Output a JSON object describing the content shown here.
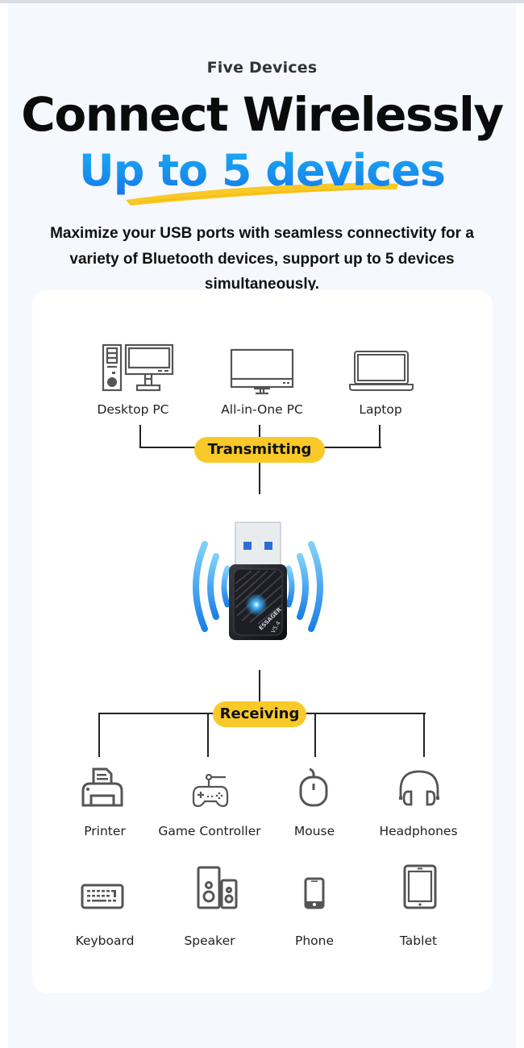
{
  "header": {
    "eyebrow": "Five Devices",
    "title": "Connect Wirelessly",
    "subtitle": "Up to 5 devices",
    "description": "Maximize your USB ports with seamless connectivity for a variety of Bluetooth devices, support up to 5 devices simultaneously."
  },
  "diagram": {
    "transmitting_label": "Transmitting",
    "receiving_label": "Receiving",
    "transmitters": [
      {
        "label": "Desktop PC",
        "icon": "desktop-pc-icon"
      },
      {
        "label": "All-in-One PC",
        "icon": "all-in-one-pc-icon"
      },
      {
        "label": "Laptop",
        "icon": "laptop-icon"
      }
    ],
    "adapter": {
      "brand": "ESSAGER",
      "version": "V5.4"
    },
    "receivers": [
      {
        "label": "Printer",
        "icon": "printer-icon"
      },
      {
        "label": "Game Controller",
        "icon": "game-controller-icon"
      },
      {
        "label": "Mouse",
        "icon": "mouse-icon"
      },
      {
        "label": "Headphones",
        "icon": "headphones-icon"
      },
      {
        "label": "Keyboard",
        "icon": "keyboard-icon"
      },
      {
        "label": "Speaker",
        "icon": "speaker-icon"
      },
      {
        "label": "Phone",
        "icon": "phone-icon"
      },
      {
        "label": "Tablet",
        "icon": "tablet-icon"
      }
    ]
  },
  "colors": {
    "accent_yellow": "#f8c928",
    "accent_blue": "#1a8cf0",
    "icon_gray": "#555555",
    "background": "#f5f8fd"
  }
}
